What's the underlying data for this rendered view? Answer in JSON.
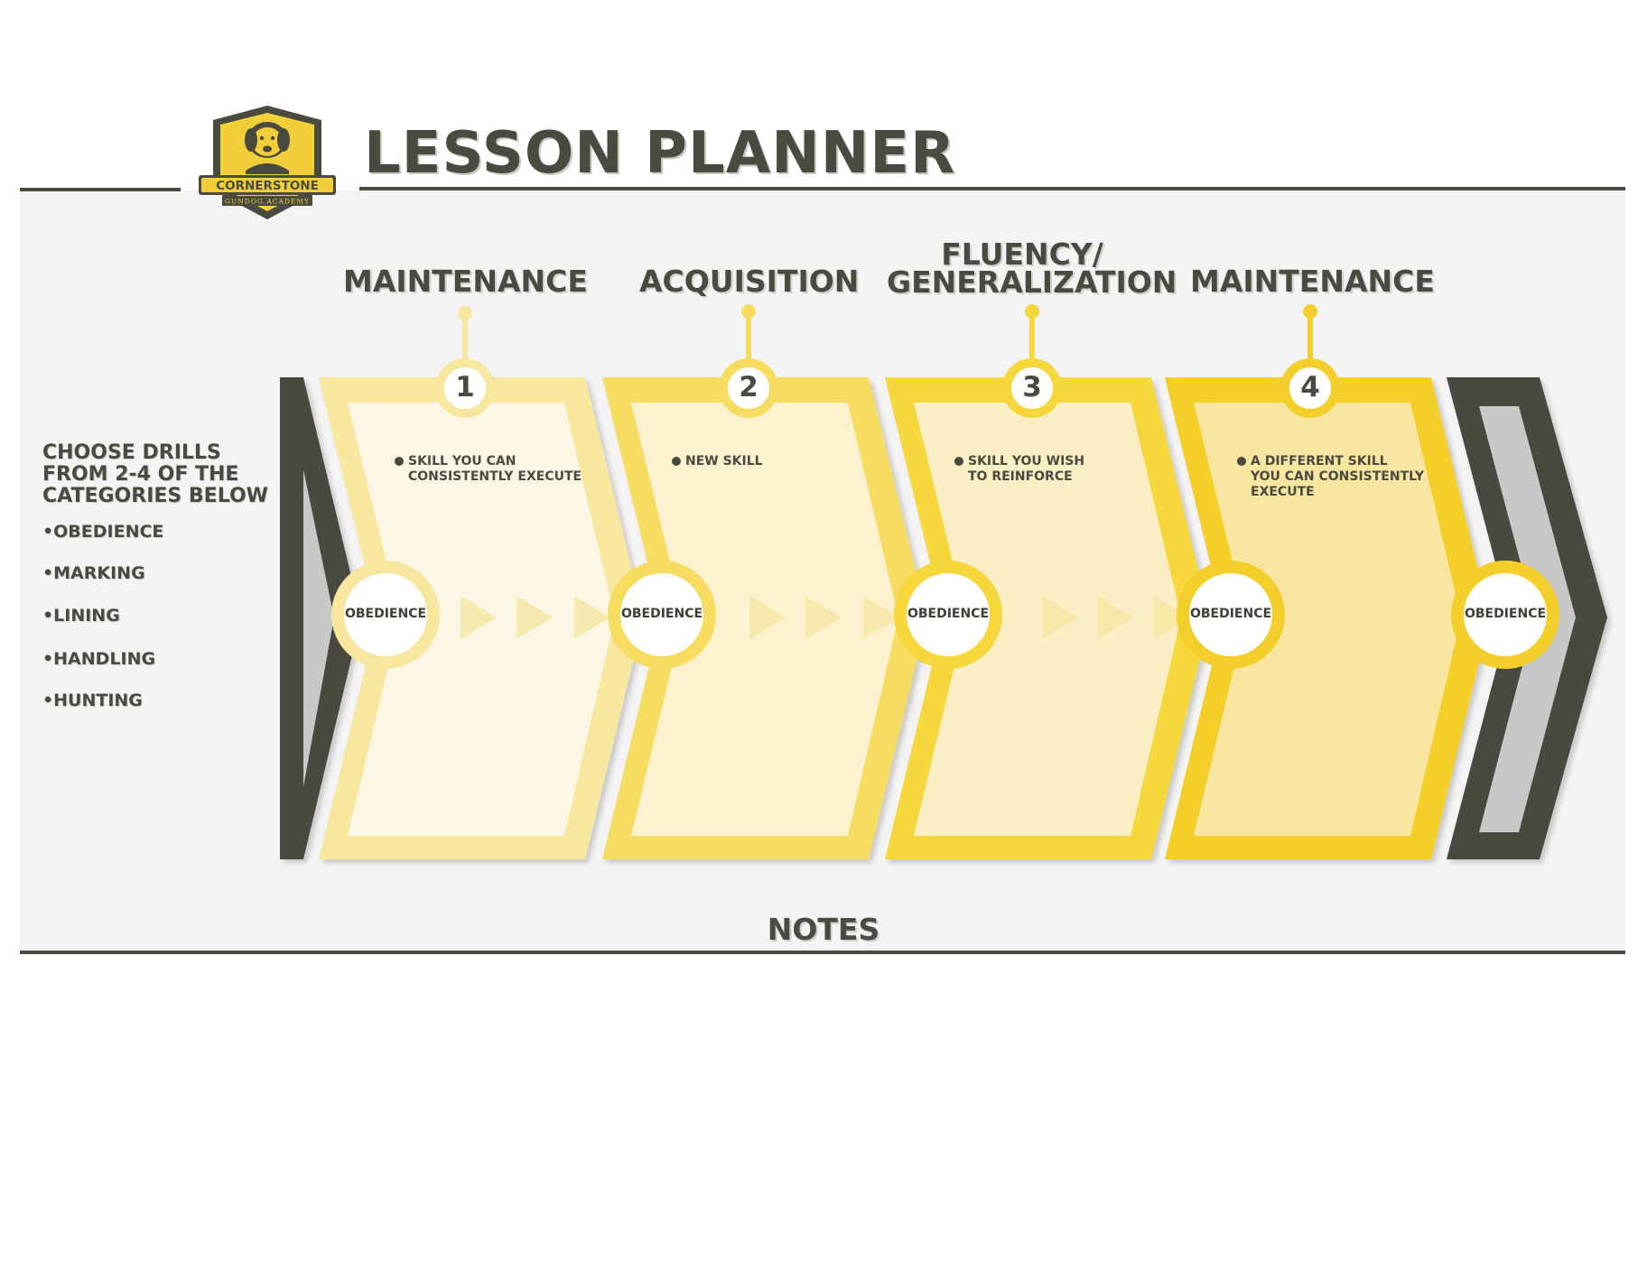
{
  "header": {
    "title": "LESSON PLANNER",
    "logo": {
      "name": "CORNERSTONE",
      "subtitle": "GUNDOG ACADEMY",
      "icon": "labrador-dog-icon"
    }
  },
  "stages": [
    {
      "label": "MAINTENANCE",
      "number": "1",
      "description": [
        "SKILL YOU CAN",
        "CONSISTENTLY EXECUTE"
      ],
      "category": "OBEDIENCE",
      "color": "#f7e79f"
    },
    {
      "label": "ACQUISITION",
      "number": "2",
      "description": [
        "NEW SKILL"
      ],
      "category": "OBEDIENCE",
      "color": "#f7dc62"
    },
    {
      "label_lines": [
        "FLUENCY/",
        "GENERALIZATION"
      ],
      "number": "3",
      "description": [
        "SKILL YOU WISH",
        "TO REINFORCE"
      ],
      "category": "OBEDIENCE",
      "color": "#f6d73c"
    },
    {
      "label": "MAINTENANCE",
      "number": "4",
      "description": [
        "A DIFFERENT SKILL",
        "YOU CAN CONSISTENTLY",
        "EXECUTE"
      ],
      "category": "OBEDIENCE",
      "color": "#f4cf2c"
    }
  ],
  "end_category": "OBEDIENCE",
  "sidebar": {
    "heading_lines": [
      "CHOOSE DRILLS",
      "FROM 2-4 OF THE",
      "CATEGORIES BELOW"
    ],
    "items": [
      "•OBEDIENCE",
      "•MARKING",
      "•LINING",
      "•HANDLING",
      "•HUNTING"
    ]
  },
  "notes": {
    "title": "NOTES"
  },
  "colors": {
    "dark": "#4a4a40",
    "panel": "#f4f4f4",
    "gray_fill": "#c8c8c8",
    "yellow_stage_1": "#f7e79f",
    "yellow_stage_2": "#f7dc62",
    "yellow_stage_3": "#f6d73c",
    "yellow_stage_4": "#f4cf2c"
  }
}
